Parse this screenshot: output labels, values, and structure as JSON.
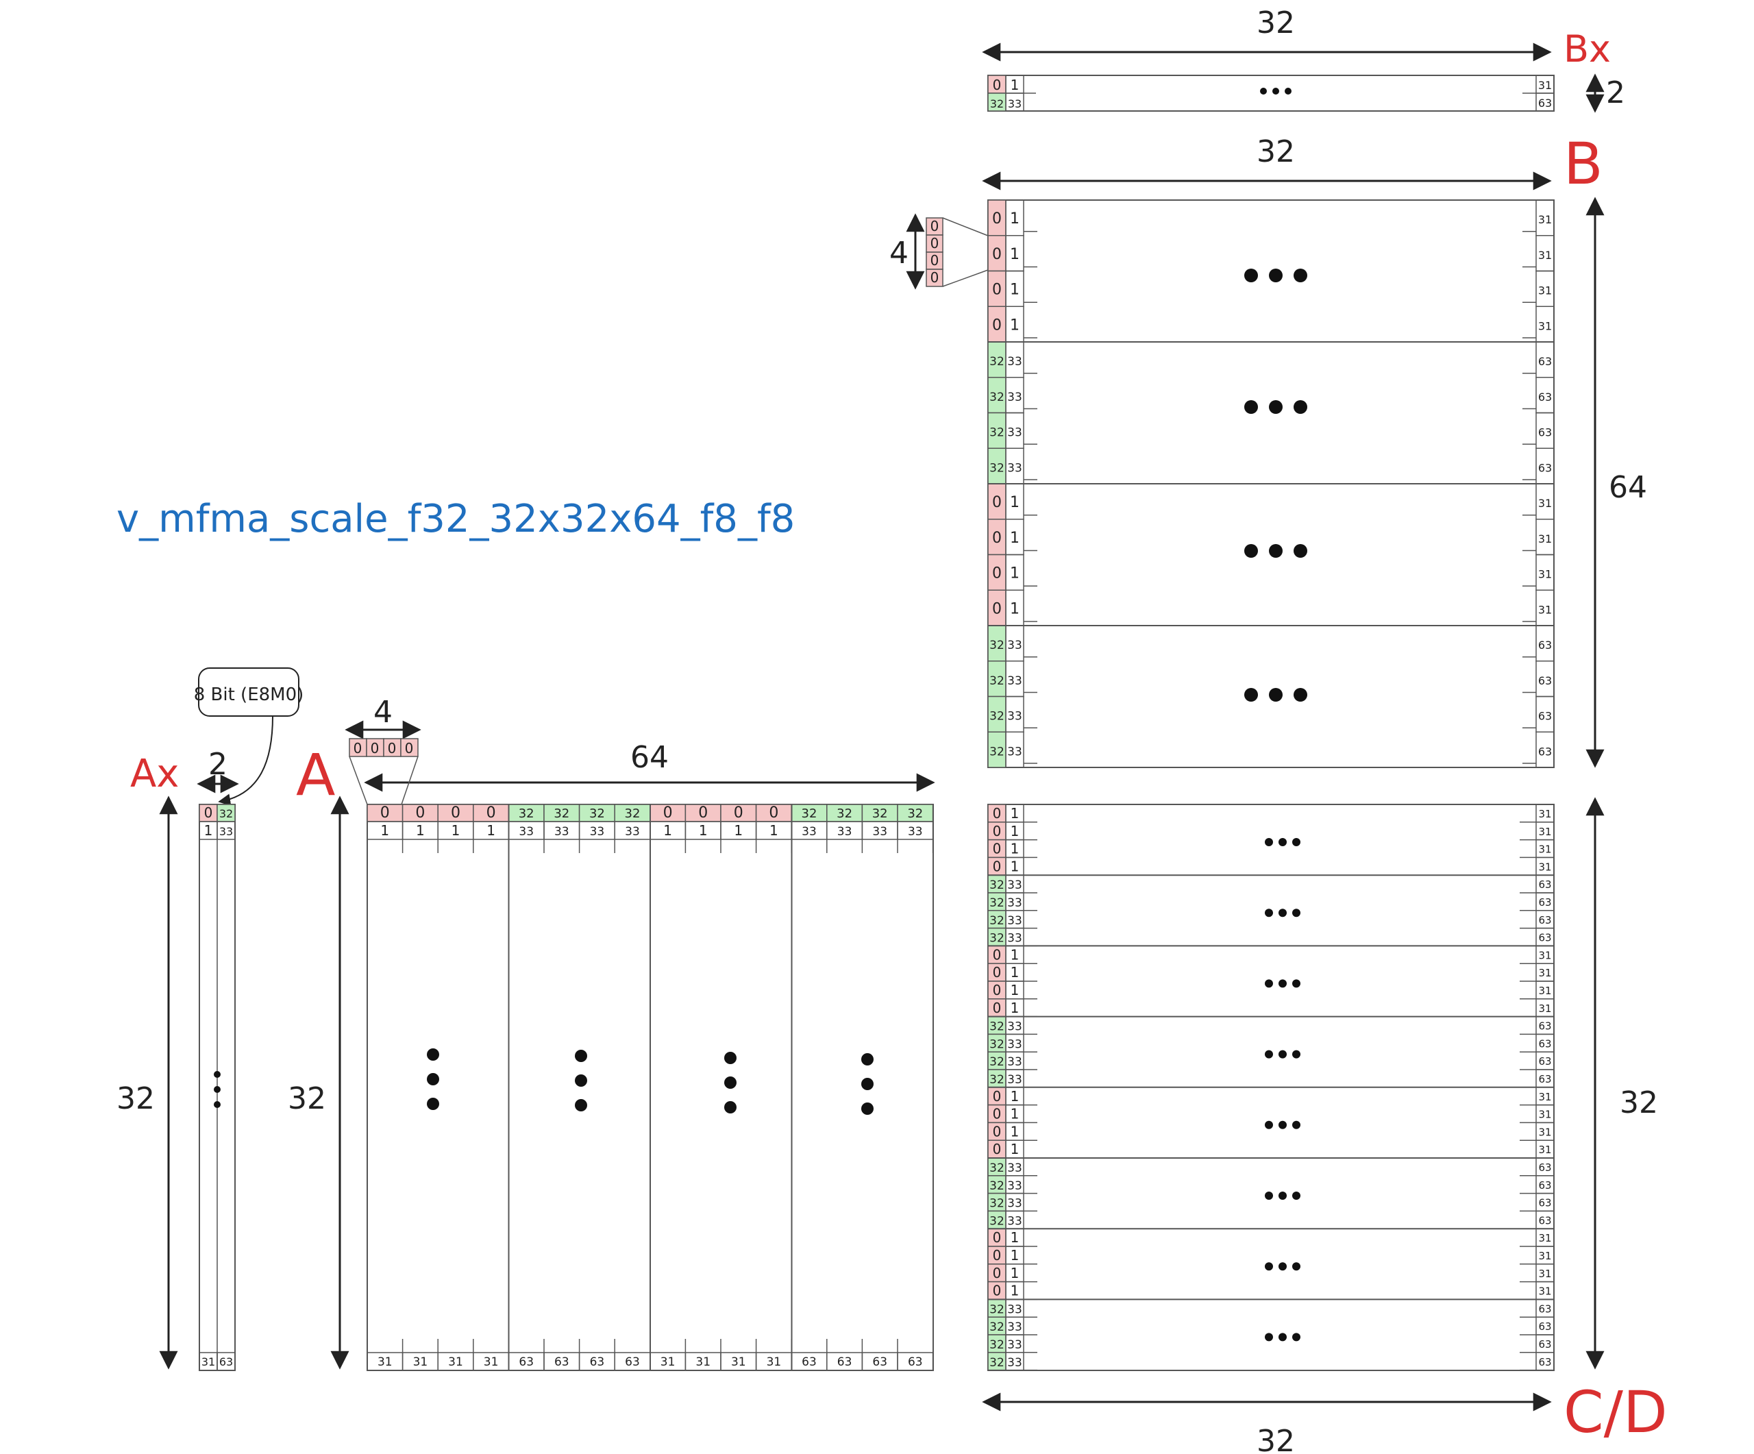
{
  "title": "v_mfma_scale_f32_32x32x64_f8_f8",
  "colors": {
    "title": "#1f6fbf",
    "label": "#d93030",
    "pink": "#f5c6c6",
    "green": "#bfeec0",
    "line": "#222222",
    "grid": "#555555"
  },
  "labels": {
    "ax": "Ax",
    "a": "A",
    "b": "B",
    "bx": "Bx",
    "cd": "C/D",
    "dim_32": "32",
    "dim_64": "64",
    "dim_2": "2",
    "dim_4": "4",
    "bit_note": "8 Bit (E8M0)"
  },
  "cells": {
    "zero": "0",
    "one": "1",
    "v31": "31",
    "v32": "32",
    "v33": "33",
    "v63": "63"
  }
}
